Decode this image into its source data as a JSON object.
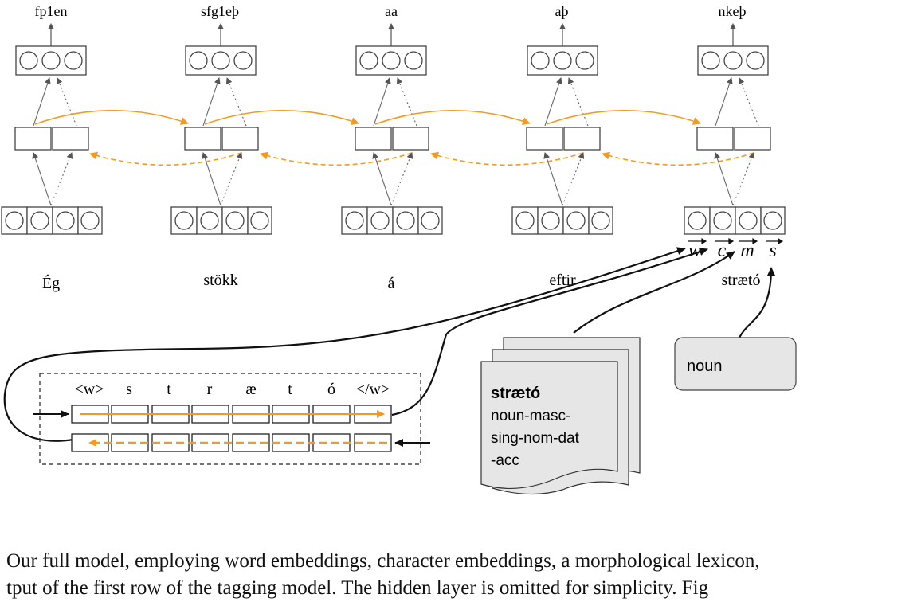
{
  "tags": [
    "fp1en",
    "sfg1eþ",
    "aa",
    "aþ",
    "nkeþ"
  ],
  "words": [
    "Ég",
    "stökk",
    "á",
    "eftir",
    "strætó"
  ],
  "feature_vectors": [
    "w",
    "c",
    "m",
    "s"
  ],
  "chars": [
    "<w>",
    "s",
    "t",
    "r",
    "æ",
    "t",
    "ó",
    "</w>"
  ],
  "lexicon": {
    "word": "strætó",
    "lines": [
      "noun-masc-",
      "sing-nom-dat",
      "-acc"
    ]
  },
  "pos_box": "noun",
  "caption_lines": [
    "Our full model, employing word embeddings, character embeddings, a morphological lexicon,",
    "tput of the first row of the tagging model. The hidden layer is omitted for simplicity. Fig"
  ],
  "colors": {
    "forward": "#f59a1c",
    "backward": "#f59a1c",
    "stroke": "#333333",
    "doc_fill": "#e6e6e6",
    "pos_fill": "#e6e6e6"
  }
}
